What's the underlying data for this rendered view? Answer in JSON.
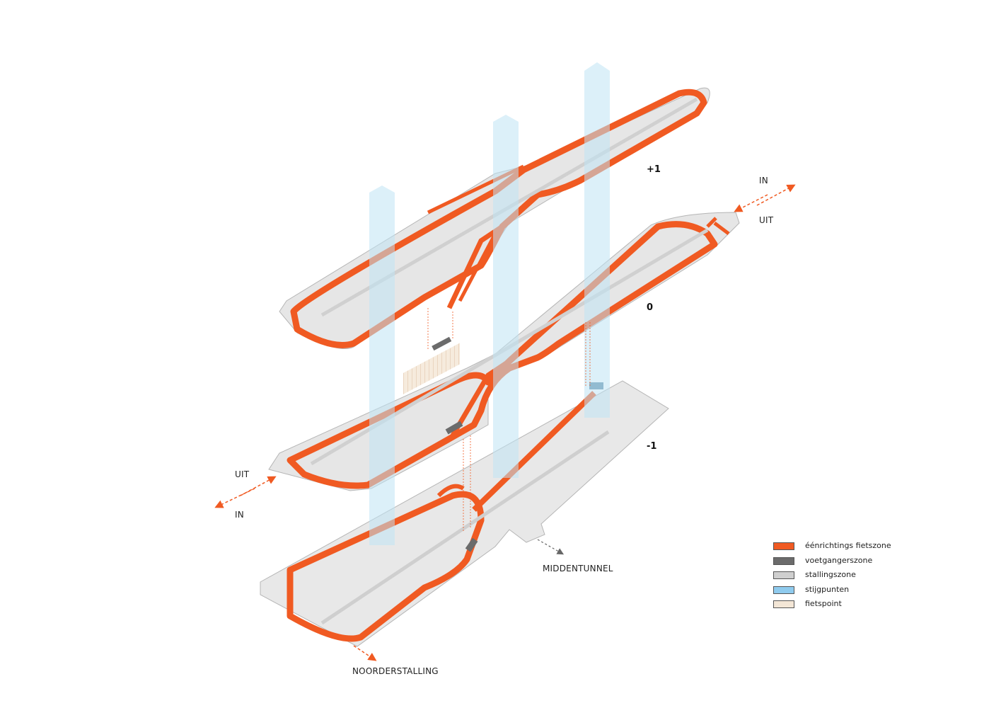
{
  "levels": {
    "top": "+1",
    "middle": "0",
    "bottom": "-1"
  },
  "flows": {
    "top_right_in": "IN",
    "top_right_out": "UIT",
    "left_out": "UIT",
    "left_in": "IN",
    "middentunnel": "MIDDENTUNNEL",
    "noorderstalling": "NOORDERSTALLING"
  },
  "legend": [
    {
      "label": "éénrichtings fietszone",
      "color": "#f05a22"
    },
    {
      "label": "voetgangerszone",
      "color": "#6b6b6b"
    },
    {
      "label": "stallingszone",
      "color": "#cfcfcf"
    },
    {
      "label": "stijgpunten",
      "color": "#8fcbee"
    },
    {
      "label": "fietspoint",
      "color": "#f3e6d6"
    }
  ],
  "colors": {
    "bike": "#f05a22",
    "floor": "#e4e4e4",
    "edge": "#c9c9c9",
    "pedestrian": "#6b6b6b",
    "stairs": "#bfe3f4",
    "fietspoint": "#f3e6d6"
  }
}
